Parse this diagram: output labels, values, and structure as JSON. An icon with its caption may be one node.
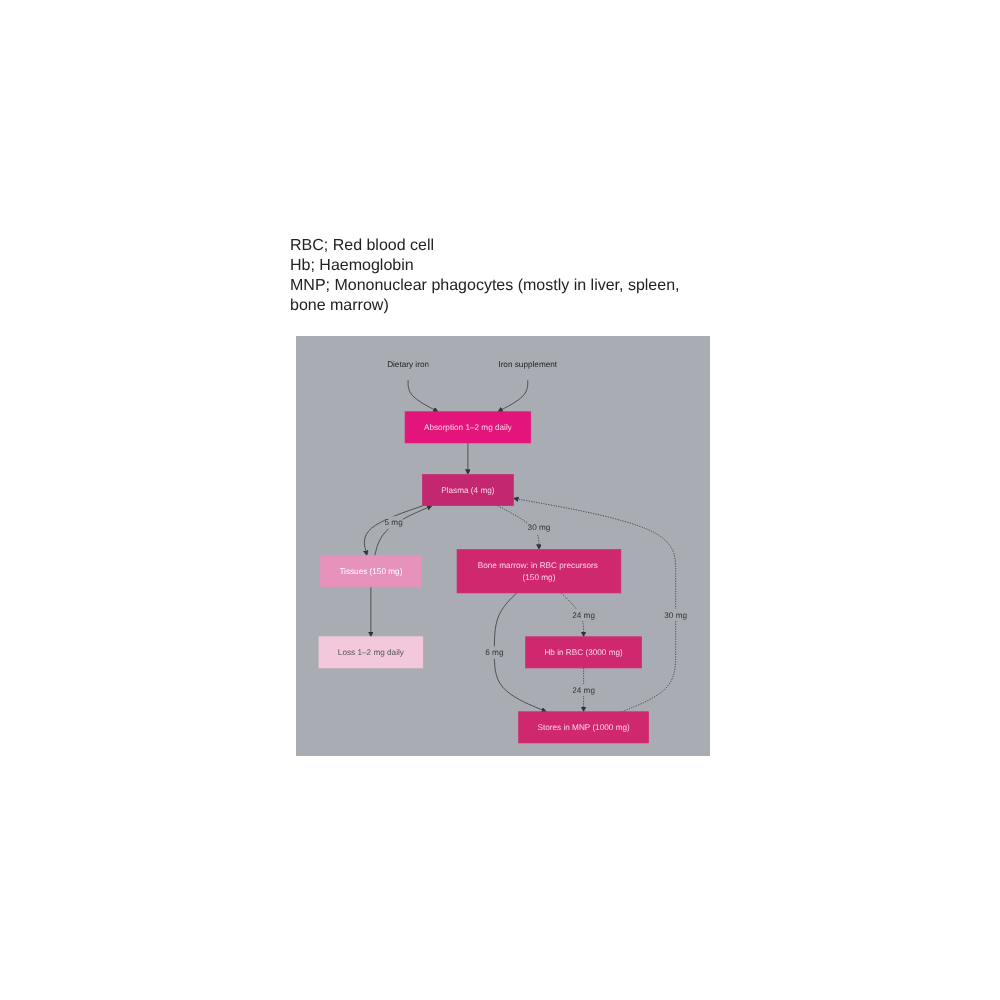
{
  "diagram": {
    "nodes": [
      {
        "text": [
          "Dietary iron"
        ]
      },
      {
        "text": [
          "Iron supplement"
        ]
      },
      {
        "text": [
          "Absorption 1–2 mg daily"
        ]
      },
      {
        "text": [
          "Plasma (4 mg)"
        ]
      },
      {
        "text": [
          "Tissues (150 mg)"
        ]
      },
      {
        "text": [
          "Loss 1–2 mg daily"
        ]
      },
      {
        "text": [
          "Bone marrow: in RBC precursors (150 mg)"
        ]
      },
      {
        "text": [
          "Stores in MNP (1000 mg)"
        ]
      },
      {
        "text": [
          "Hb in RBC (3000 mg)"
        ]
      }
    ],
    "edges": [
      {
        "from": 0,
        "to": 2,
        "arrow": "to"
      },
      {
        "from": 1,
        "to": 2,
        "arrow": "to"
      },
      {
        "from": 2,
        "to": 3,
        "arrow": "to"
      },
      {
        "from": 3,
        "to": 4,
        "arrow": "to"
      },
      {
        "from": 4,
        "to": 3,
        "label": "5 mg",
        "arrow": "to"
      },
      {
        "from": 4,
        "to": 5,
        "arrow": "to"
      },
      {
        "from": 3,
        "to": 6,
        "label": "30 mg",
        "arrow": "to",
        "style": "dashed"
      },
      {
        "from": 7,
        "to": 3,
        "label": "30 mg",
        "arrow": "to",
        "style": "dashed"
      },
      {
        "from": 6,
        "to": 7,
        "label": "6 mg",
        "arrow": "to"
      },
      {
        "from": 6,
        "to": 8,
        "label": "24 mg",
        "arrow": "to",
        "style": "dashed"
      },
      {
        "from": 8,
        "to": 7,
        "label": "24 mg",
        "arrow": "to",
        "style": "dashed"
      }
    ],
    "labels": [
      "RBC; Red blood cell",
      "Hb; Haemoglobin",
      "MNP; Mononuclear phagocytes (mostly in liver, spleen, bone marrow)"
    ]
  }
}
